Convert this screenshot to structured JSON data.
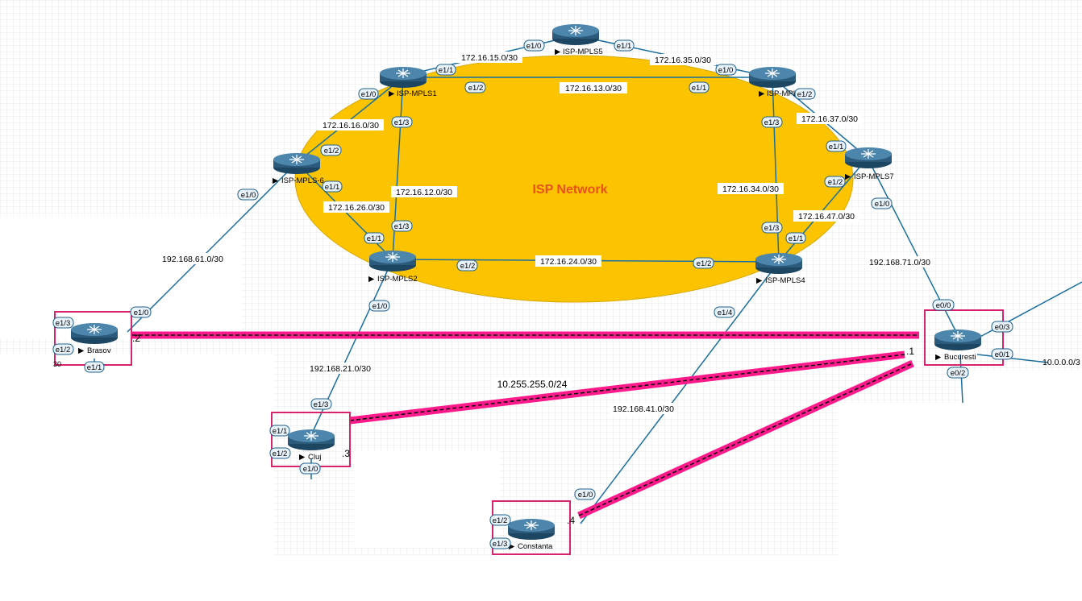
{
  "network_label": "ISP Network",
  "routers": {
    "mpls1": "ISP-MPLS1",
    "mpls2": "ISP-MPLS2",
    "mpls3": "ISP-MPLS",
    "mpls4": "ISP-MPLS4",
    "mpls5": "ISP-MPLS5",
    "mpls6": "ISP-MPLS-6",
    "mpls7": "ISP-MPLS7",
    "brasov": "Brasov",
    "cluj": "Cluj",
    "constanta": "Constanta",
    "bucuresti": "Bucuresti"
  },
  "subnets": {
    "s15": "172.16.15.0/30",
    "s35": "172.16.35.0/30",
    "s13": "172.16.13.0/30",
    "s16": "172.16.16.0/30",
    "s37": "172.16.37.0/30",
    "s12": "172.16.12.0/30",
    "s34": "172.16.34.0/30",
    "s26": "172.16.26.0/30",
    "s47": "172.16.47.0/30",
    "s24": "172.16.24.0/30",
    "s61": "192.168.61.0/30",
    "s71": "192.168.71.0/30",
    "s21": "192.168.21.0/30",
    "s41": "192.168.41.0/30",
    "tunnel": "10.255.255.0/24",
    "s10": "10.0.0.0/3",
    "s30": "30"
  },
  "interfaces": {
    "e10": "e1/0",
    "e11": "e1/1",
    "e12": "e1/2",
    "e13": "e1/3",
    "e14": "e1/4",
    "e00": "e0/0",
    "e01": "e0/1",
    "e02": "e0/2",
    "e03": "e0/3"
  },
  "host_ids": {
    "brasov": ".2",
    "bucuresti": ".1",
    "cluj": ".3",
    "constanta": ".4"
  },
  "colors": {
    "isp_cloud": "#fcc400",
    "tunnel": "#ff1a8c",
    "link": "#1a6fa0",
    "router_body": "#2c5a7a",
    "site_box": "#d6246e",
    "isp_label": "#e8521a"
  }
}
